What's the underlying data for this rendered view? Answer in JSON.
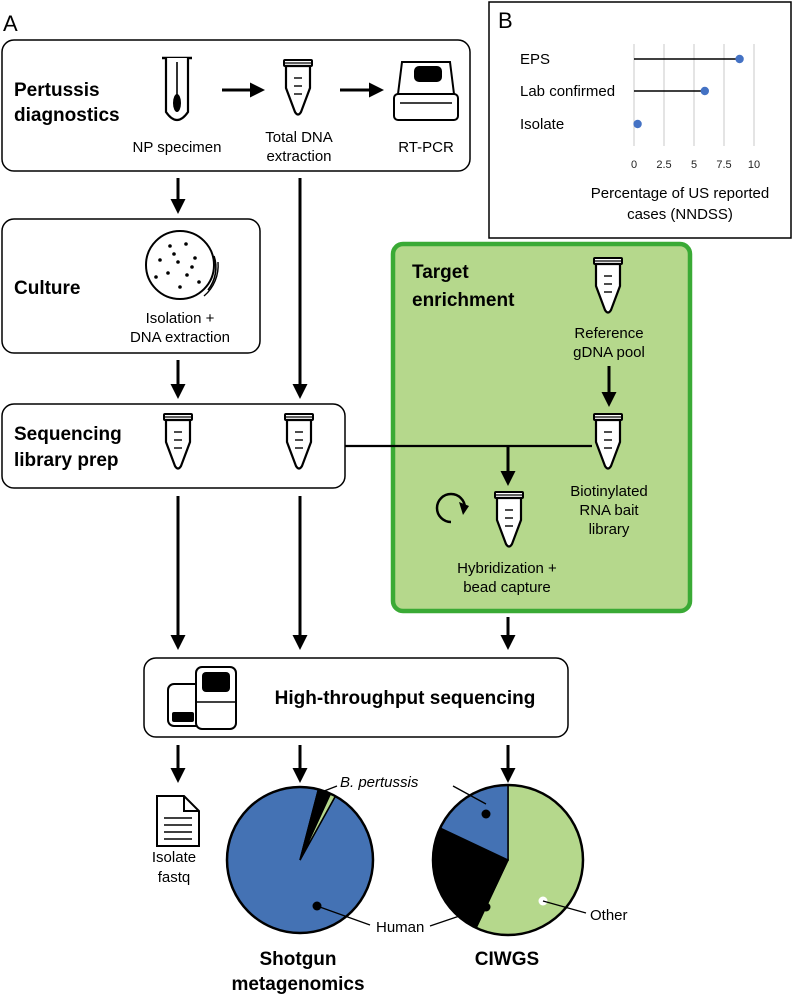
{
  "panel_a": "A",
  "panel_b": "B",
  "diagnostics": {
    "title": [
      "Pertussis",
      "diagnostics"
    ],
    "np_specimen": "NP specimen",
    "total_dna": [
      "Total DNA",
      "extraction"
    ],
    "rtpcr": "RT-PCR"
  },
  "culture": {
    "title": "Culture",
    "caption": [
      "Isolation +",
      "DNA extraction"
    ]
  },
  "library": {
    "title": [
      "Sequencing",
      "library prep"
    ]
  },
  "enrichment": {
    "title": [
      "Target",
      "enrichment"
    ],
    "reference": [
      "Reference",
      "gDNA pool"
    ],
    "bait": [
      "Biotinylated",
      "RNA bait",
      "library"
    ],
    "hybrid": [
      "Hybridization +",
      "bead capture"
    ]
  },
  "hts": {
    "title": "High-throughput sequencing"
  },
  "outputs": {
    "isolate": [
      "Isolate",
      "fastq"
    ],
    "shotgun_title": [
      "Shotgun",
      "metagenomics"
    ],
    "ciwgs_title": "CIWGS",
    "bpertussis": "B. pertussis",
    "human": "Human",
    "other": "Other"
  },
  "colors": {
    "green": "#b5d88c",
    "green_border": "#3aaa35",
    "blue": "#4472b4",
    "black": "#000000",
    "dot": "#4472c4"
  },
  "pies": [
    {
      "name": "Shotgun metagenomics",
      "slices": [
        {
          "label": "Human",
          "value": 96,
          "color": "#4472b4"
        },
        {
          "label": "Other",
          "value": 2.8,
          "color": "#000000"
        },
        {
          "label": "B. pertussis",
          "value": 1.2,
          "color": "#b5d88c"
        }
      ]
    },
    {
      "name": "CIWGS",
      "slices": [
        {
          "label": "B. pertussis",
          "value": 57,
          "color": "#b5d88c"
        },
        {
          "label": "Other",
          "value": 25,
          "color": "#000000"
        },
        {
          "label": "Human",
          "value": 18,
          "color": "#4472b4"
        }
      ]
    }
  ],
  "chart_data": {
    "type": "scatter",
    "categories": [
      "EPS",
      "Lab confirmed",
      "Isolate"
    ],
    "values": [
      8.8,
      5.9,
      0.3
    ],
    "xlabel": "Percentage of US reported cases (NNDSS)",
    "xlabel_lines": [
      "Percentage of US reported",
      "cases (NNDSS)"
    ],
    "xlim": [
      0,
      10
    ],
    "xticks": [
      "0",
      "2.5",
      "5",
      "7.5",
      "10"
    ],
    "grid": true
  }
}
